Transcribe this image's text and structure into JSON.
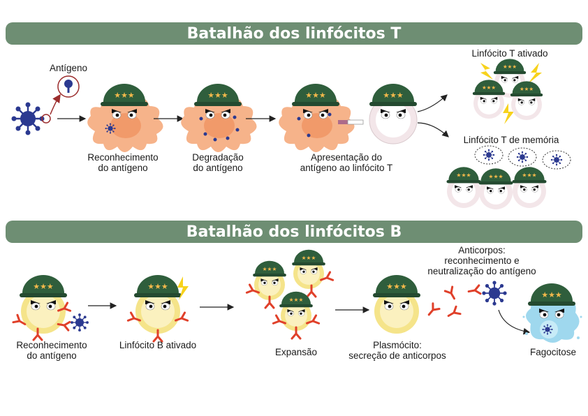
{
  "colors": {
    "banner": "#6e8e73",
    "helmet": "#2f5e3c",
    "star": "#f2b84b",
    "antigen": "#2b3990",
    "macrophage": "#f6b38a",
    "t_cell": "#f3e6e9",
    "b_cell": "#f5e48a",
    "antibody": "#e0402a",
    "lightning": "#f7d21c",
    "phagocyte": "#9fd8ee"
  },
  "t_section": {
    "title": "Batalhão dos linfócitos T",
    "antigen_label": "Antígeno",
    "step1": [
      "Reconhecimento",
      "do antígeno"
    ],
    "step2": [
      "Degradação",
      "do antígeno"
    ],
    "step3": [
      "Apresentação do",
      "antígeno ao linfócito T"
    ],
    "activated_label": "Linfócito T ativado",
    "memory_label": "Linfócito T de memória"
  },
  "b_section": {
    "title": "Batalhão dos linfócitos B",
    "step1": [
      "Reconhecimento",
      "do antígeno"
    ],
    "step2": "Linfócito B ativado",
    "step3": "Expansão",
    "step4": [
      "Plasmócito:",
      "secreção de anticorpos"
    ],
    "antibodies": [
      "Anticorpos:",
      "reconhecimento e",
      "neutralização do antígeno"
    ],
    "step5": "Fagocitose"
  }
}
